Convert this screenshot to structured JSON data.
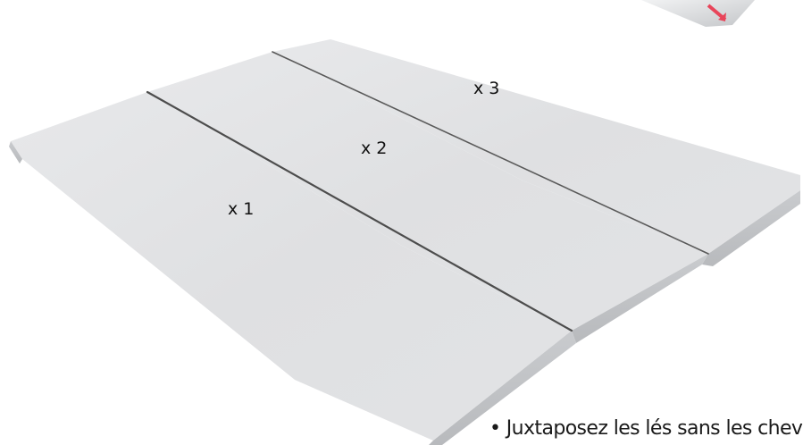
{
  "strips": [
    {
      "label": "x 1"
    },
    {
      "label": "x 2"
    },
    {
      "label": "x 3"
    }
  ],
  "caption": "• Juxtaposez les lés sans les cheva",
  "colors": {
    "background": "#ffffff",
    "strip_top": "#e3e4e6",
    "strip_edge": "#c8cacd",
    "seam": "#4a4a4a",
    "accent_arrow": "#e8455a"
  }
}
